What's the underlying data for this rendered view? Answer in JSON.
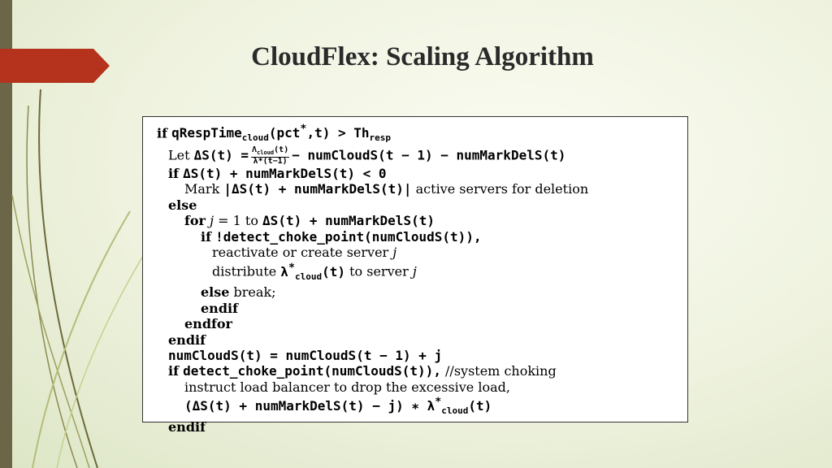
{
  "title": "CloudFlex: Scaling Algorithm",
  "algorithm": {
    "lines": [
      {
        "indent": 0,
        "text": "if qRespTime_cloud(pct*,t) > Th_resp"
      },
      {
        "indent": 1,
        "text": "Let ΔS(t) = Λ_cloud(t) / λ*(t−1) − numCloudS(t − 1) − numMarkDelS(t)"
      },
      {
        "indent": 1,
        "text": "if ΔS(t) + numMarkDelS(t) < 0"
      },
      {
        "indent": 2,
        "text": "Mark |ΔS(t) + numMarkDelS(t)| active servers for deletion"
      },
      {
        "indent": 1,
        "text": "else"
      },
      {
        "indent": 2,
        "text": "for j = 1 to ΔS(t) + numMarkDelS(t)"
      },
      {
        "indent": 3,
        "text": "if !detect_choke_point(numCloudS(t)),"
      },
      {
        "indent": 4,
        "text": "reactivate or create server j"
      },
      {
        "indent": 4,
        "text": "distribute λ*_cloud(t) to server j"
      },
      {
        "indent": 3,
        "text": "else break;"
      },
      {
        "indent": 3,
        "text": "endif"
      },
      {
        "indent": 2,
        "text": "endfor"
      },
      {
        "indent": 1,
        "text": "endif"
      },
      {
        "indent": 1,
        "text": "numCloudS(t) = numCloudS(t − 1) + j"
      },
      {
        "indent": 1,
        "text": "if detect_choke_point(numCloudS(t)), //system choking"
      },
      {
        "indent": 2,
        "text": "instruct load balancer to drop the excessive load,"
      },
      {
        "indent": 2,
        "text": "(ΔS(t) + numMarkDelS(t) − j) * λ*_cloud(t)"
      },
      {
        "indent": 1,
        "text": "endif"
      }
    ]
  },
  "colors": {
    "accent": "#b5321c",
    "left_bar": "#6b6648"
  }
}
